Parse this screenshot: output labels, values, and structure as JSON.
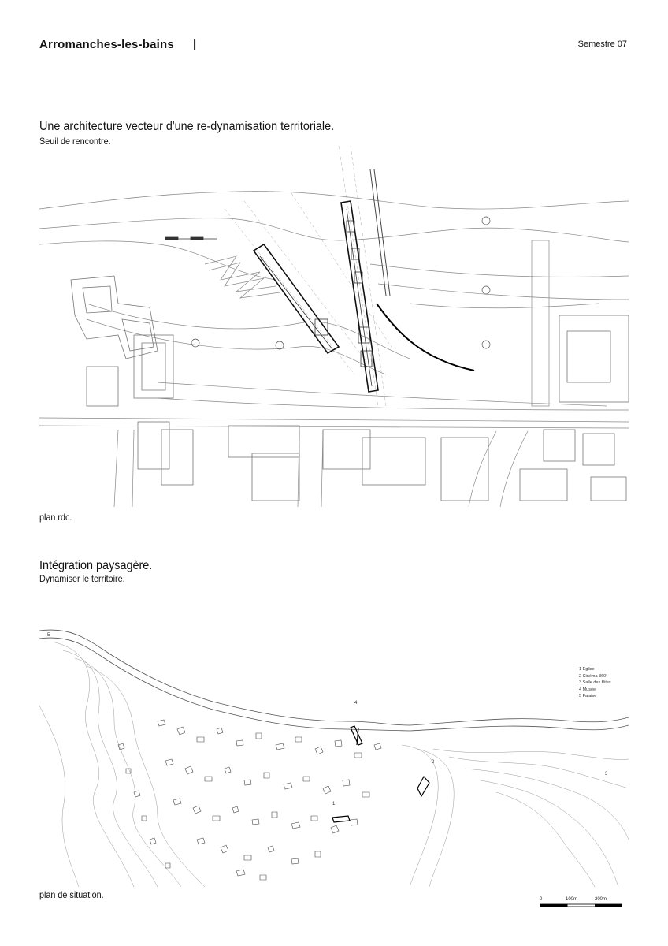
{
  "header": {
    "title": "Arromanches-les-bains",
    "separator": "|",
    "semester": "Semestre 07"
  },
  "section1": {
    "title": "Une architecture vecteur d'une re-dynamisation territoriale.",
    "subtitle": "Seuil de rencontre.",
    "caption": "plan rdc."
  },
  "section2": {
    "title": "Intégration paysagère.",
    "subtitle": "Dynamiser le territoire.",
    "caption": "plan de situation.",
    "legend": [
      "1 Église",
      "2 Cinéma 360°",
      "3 Salle des fêtes",
      "4 Musée",
      "5 Falaise"
    ],
    "scale": {
      "a": "0",
      "b": "100m",
      "c": "200m"
    }
  }
}
